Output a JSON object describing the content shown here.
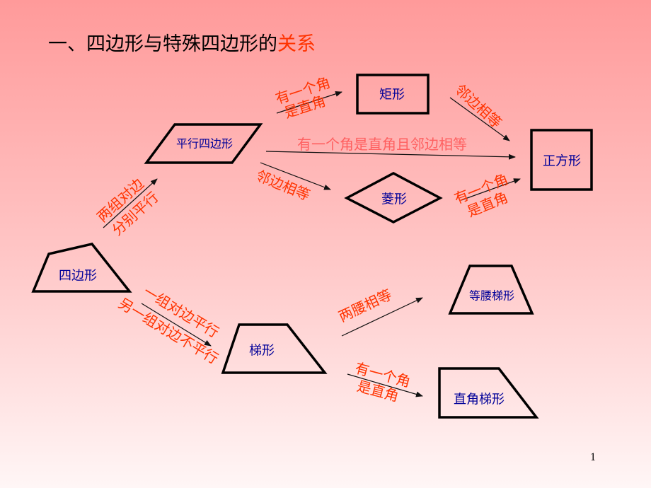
{
  "title": {
    "main": "一、四边形与特殊四边形的",
    "highlight": "关系"
  },
  "nodes": {
    "quadrilateral": "四边形",
    "parallelogram": "平行四边形",
    "rectangle": "矩形",
    "rhombus": "菱形",
    "square": "正方形",
    "trapezoid": "梯形",
    "isosceles_trapezoid": "等腰梯形",
    "right_trapezoid": "直角梯形"
  },
  "edges": {
    "quad_to_para": [
      "两组对边",
      "分别平行"
    ],
    "para_to_rect": [
      "有一个角",
      "是直角"
    ],
    "para_to_square": "有一个角是直角且邻边相等",
    "para_to_rhombus": "邻边相等",
    "rect_to_square": "邻边相等",
    "rhombus_to_square": [
      "有一个角",
      "是直角"
    ],
    "quad_to_trap": [
      "一组对边平行",
      "另一组对边不平行"
    ],
    "trap_to_iso": "两腰相等",
    "trap_to_right": [
      "有一个角",
      "是直角"
    ]
  },
  "page_number": "1",
  "colors": {
    "label": "#ff3300",
    "node_text": "#000099",
    "highlight": "#ff3300"
  }
}
